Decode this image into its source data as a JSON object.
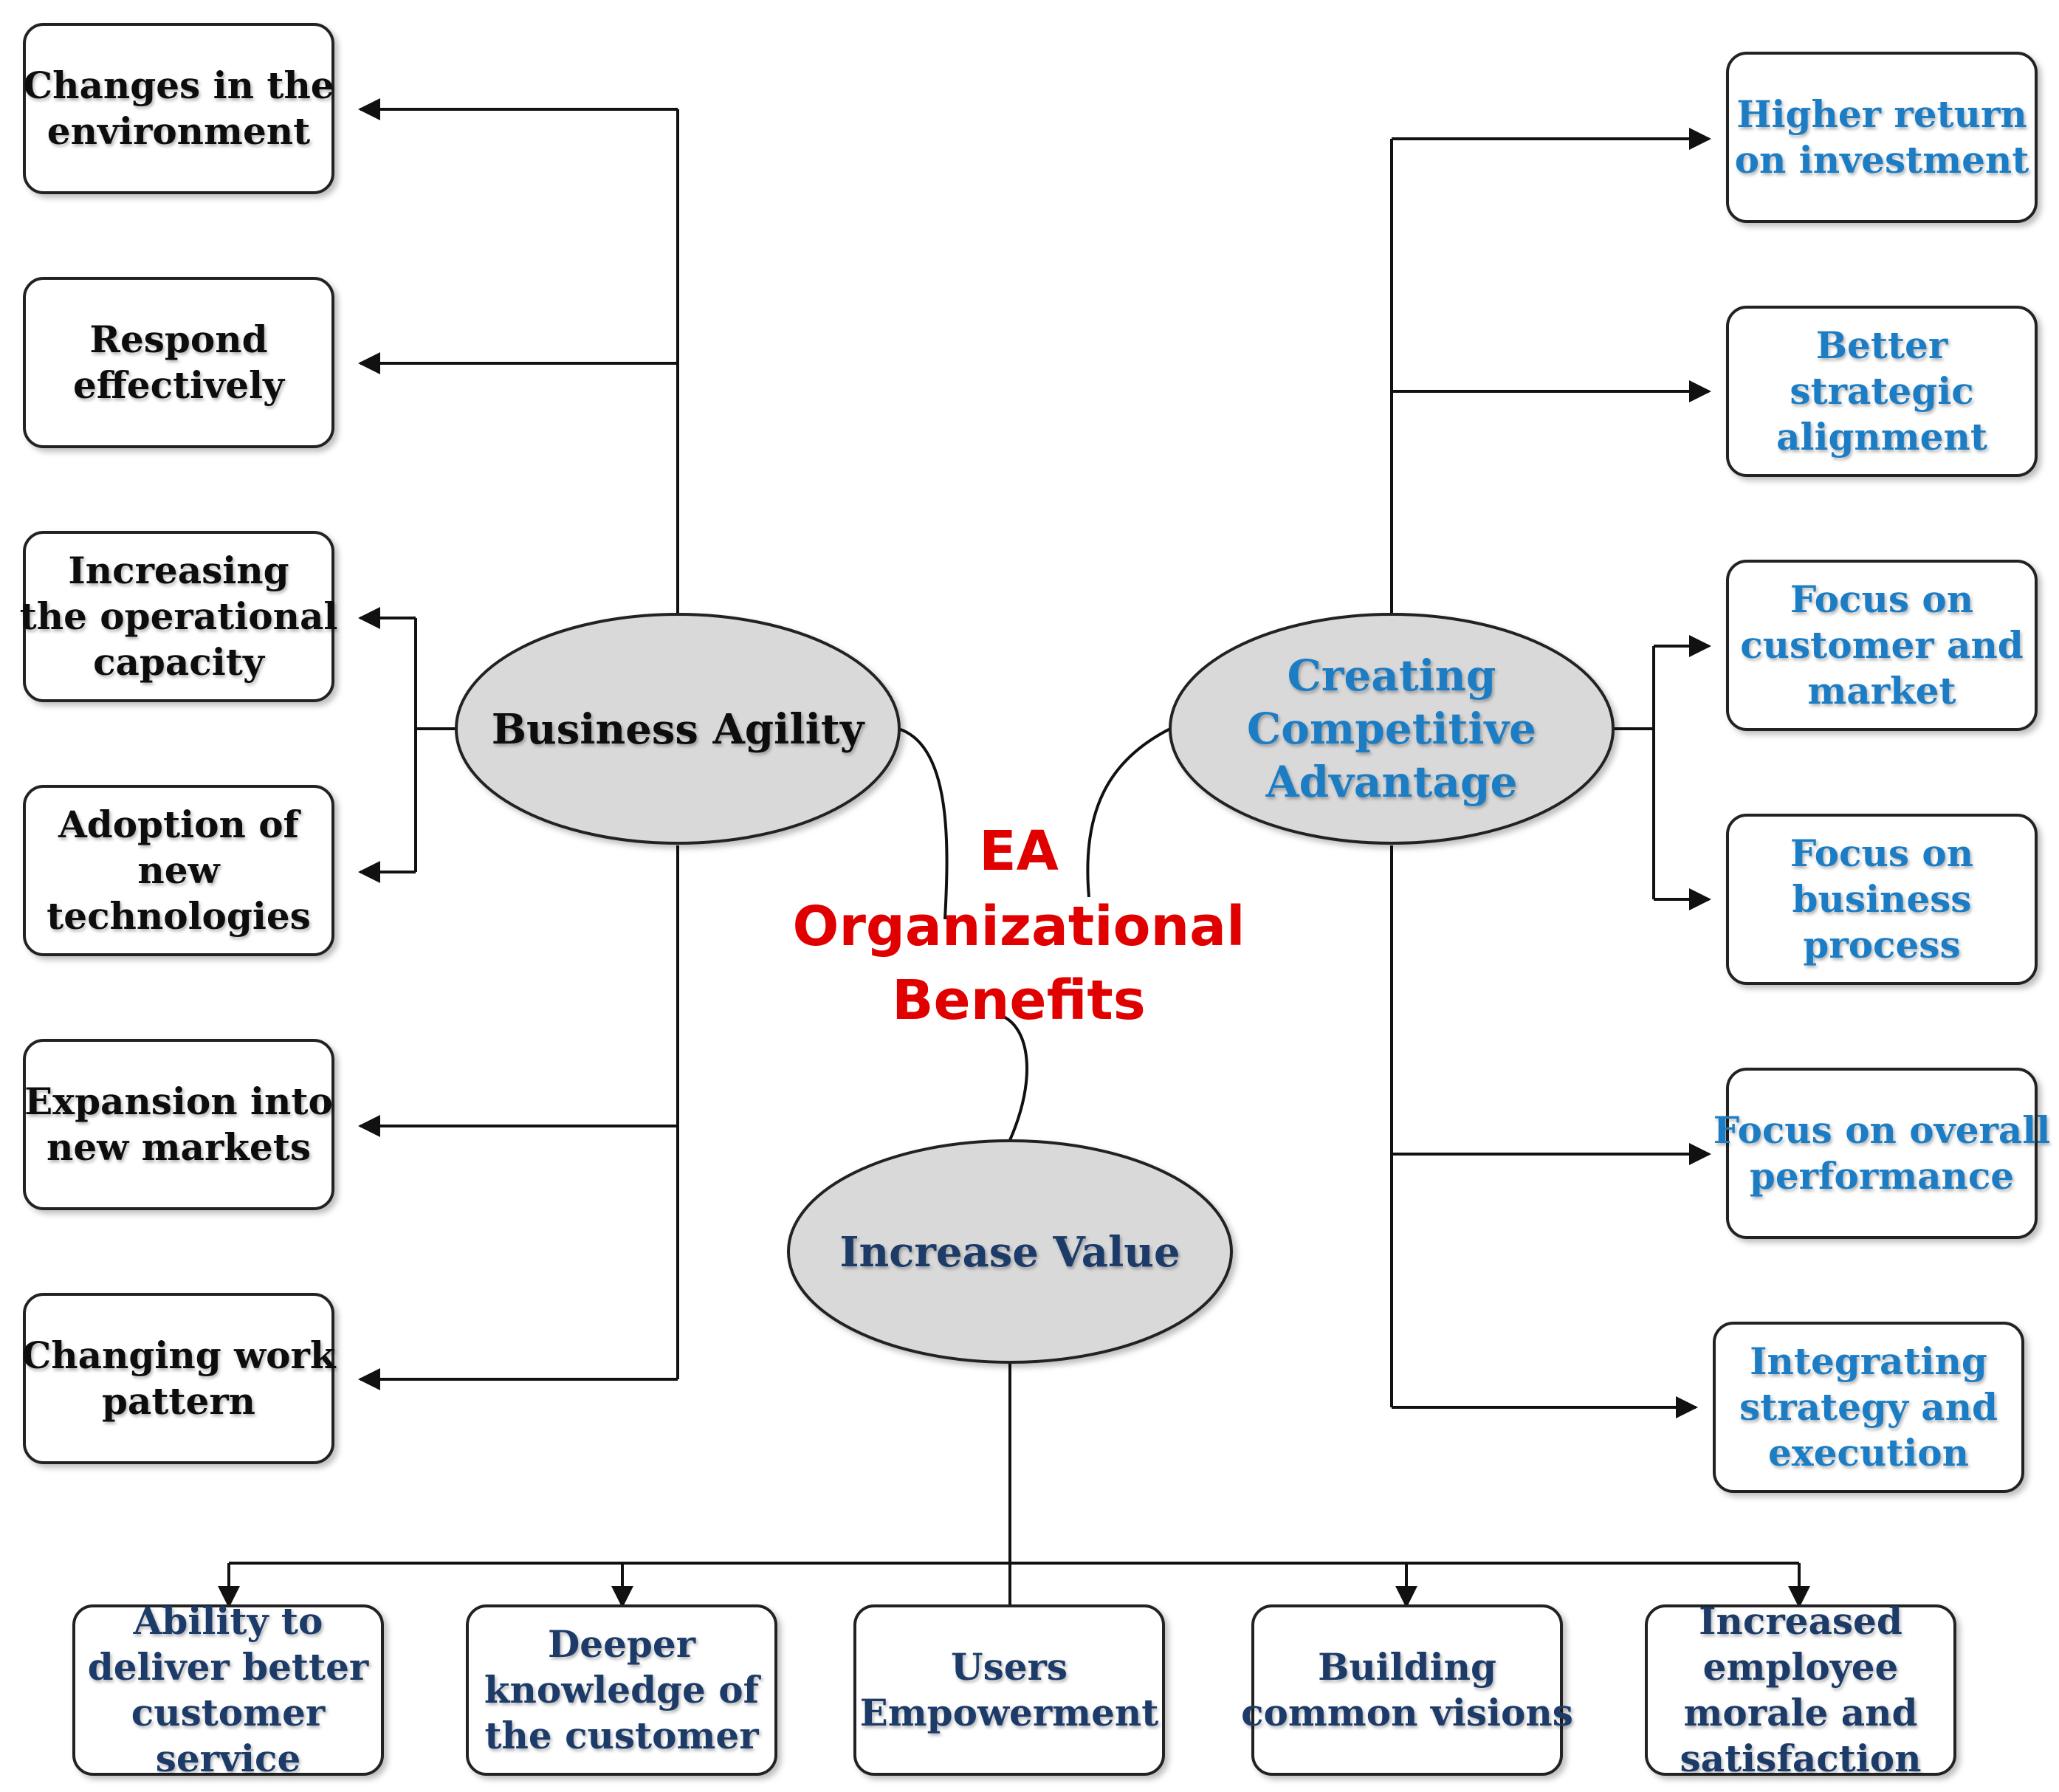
{
  "center": {
    "lines": [
      "EA",
      "Organizational",
      "Benefits"
    ],
    "color": "#e00000"
  },
  "hubs": {
    "agility": {
      "lines": [
        "Business Agility"
      ],
      "color": "#111111"
    },
    "competitive": {
      "lines": [
        "Creating",
        "Competitive",
        "Advantage"
      ],
      "color": "#1d7dc4"
    },
    "value": {
      "lines": [
        "Increase Value"
      ],
      "color": "#1f3a68"
    }
  },
  "agility_items": [
    {
      "lines": [
        "Changes in the",
        "environment"
      ]
    },
    {
      "lines": [
        "Respond",
        "effectively"
      ]
    },
    {
      "lines": [
        "Increasing",
        "the operational",
        "capacity"
      ]
    },
    {
      "lines": [
        "Adoption of",
        "new",
        "technologies"
      ]
    },
    {
      "lines": [
        "Expansion into",
        "new markets"
      ]
    },
    {
      "lines": [
        "Changing work",
        "pattern"
      ]
    }
  ],
  "competitive_items": [
    {
      "lines": [
        "Higher return",
        "on investment"
      ]
    },
    {
      "lines": [
        "Better",
        "strategic",
        "alignment"
      ]
    },
    {
      "lines": [
        "Focus on",
        "customer and",
        "market"
      ]
    },
    {
      "lines": [
        "Focus on",
        "business",
        "process"
      ]
    },
    {
      "lines": [
        "Focus on overall",
        "performance"
      ]
    },
    {
      "lines": [
        "Integrating",
        "strategy and",
        "execution"
      ]
    }
  ],
  "value_items": [
    {
      "lines": [
        "Ability to",
        "deliver better",
        "customer",
        "service"
      ]
    },
    {
      "lines": [
        "Deeper",
        "knowledge of",
        "the customer"
      ]
    },
    {
      "lines": [
        "Users",
        "Empowerment"
      ]
    },
    {
      "lines": [
        "Building",
        "common visions"
      ]
    },
    {
      "lines": [
        "Increased",
        "employee",
        "morale and",
        "satisfaction"
      ]
    }
  ],
  "colors": {
    "agility_text": "#111111",
    "competitive_text": "#1d7dc4",
    "value_text": "#1f3a68",
    "oval_fill": "#d9d9d9",
    "line": "#111111"
  }
}
